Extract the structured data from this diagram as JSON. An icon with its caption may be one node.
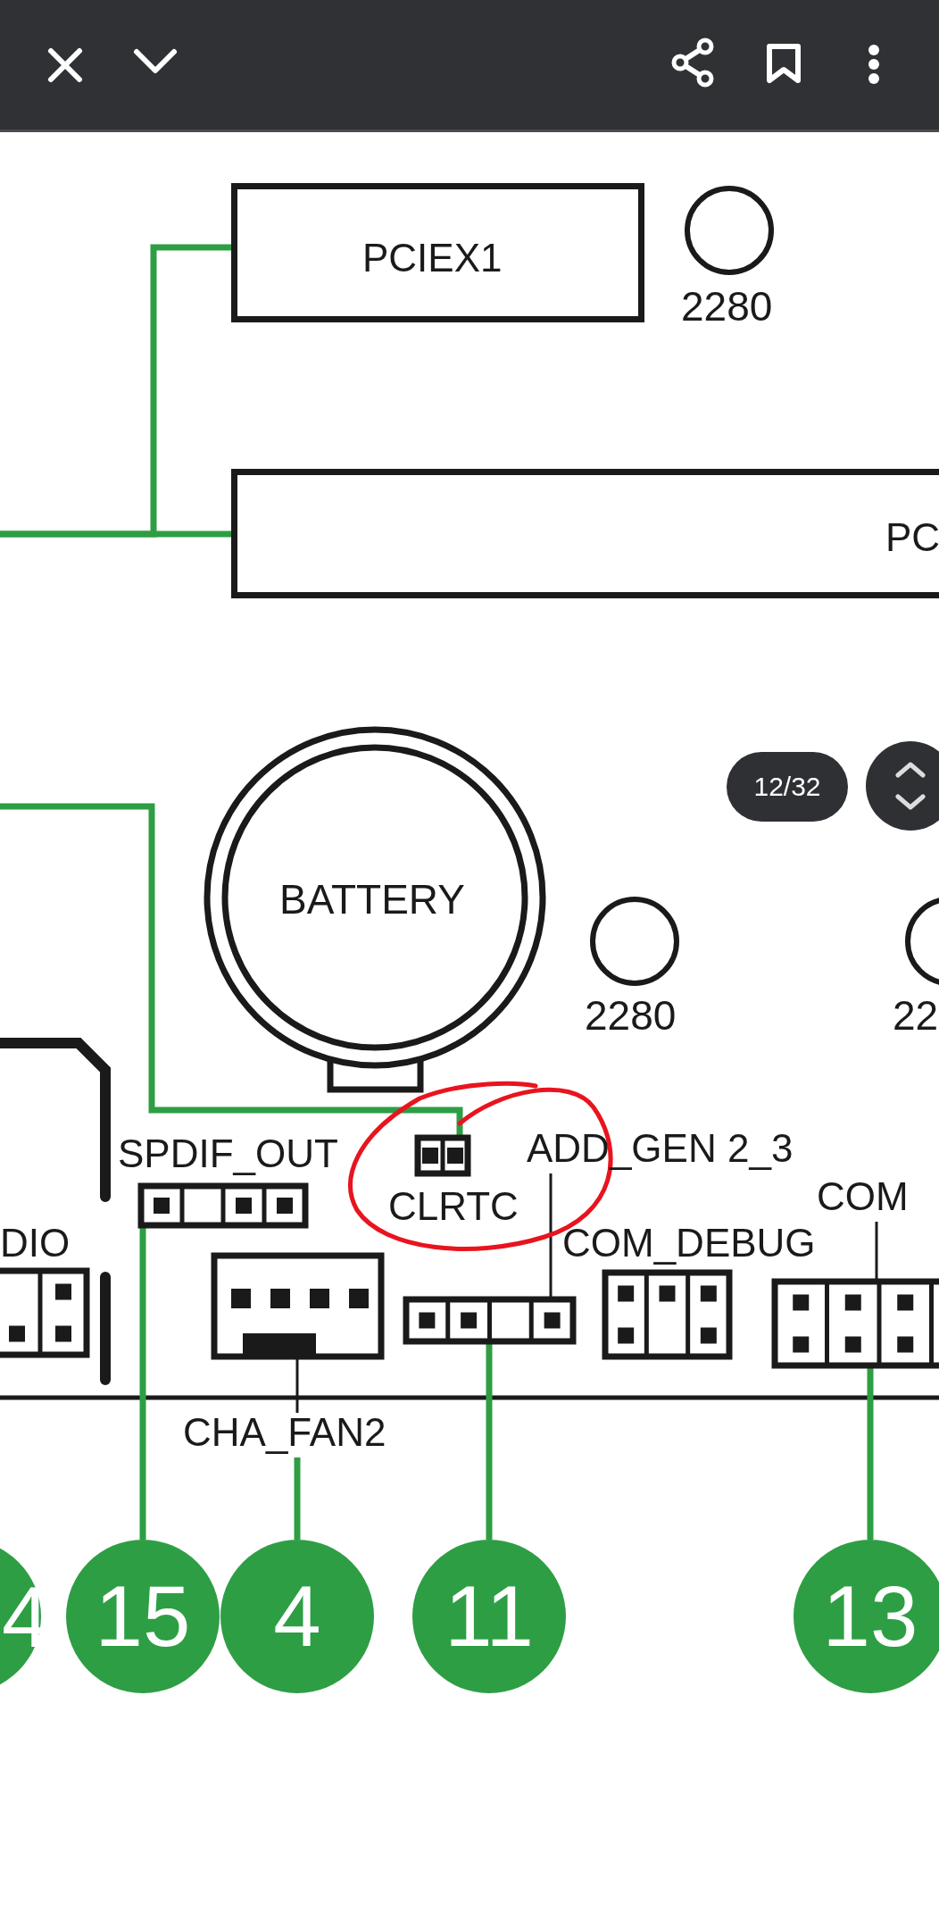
{
  "diagram": {
    "nodes": [
      {
        "text": [
          "PCIEX1"
        ]
      },
      {
        "text": [
          "PC"
        ]
      },
      {
        "text": [
          "BATTERY"
        ]
      },
      {
        "text": [
          "DIO"
        ]
      },
      {
        "text": [
          "SPDIF_OUT"
        ]
      },
      {
        "text": [
          "CLRTC"
        ]
      },
      {
        "text": [
          "ADD_GEN 2_3"
        ]
      },
      {
        "text": [],
        "shape": "box"
      },
      {
        "text": [],
        "shape": "box"
      },
      {
        "text": [
          "CHA_FAN2"
        ]
      },
      {
        "text": [
          "COM_DEBUG"
        ]
      },
      {
        "text": [
          "COM"
        ]
      },
      {
        "text": [],
        "shape": "box"
      },
      {
        "text": [
          "15"
        ]
      },
      {
        "text": [
          "4"
        ]
      },
      {
        "text": [
          "11"
        ]
      },
      {
        "text": [
          "13"
        ]
      },
      {
        "text": [],
        "shape": "circle",
        "beside": [
          "2280"
        ]
      },
      {
        "text": [],
        "shape": "circle",
        "beside": [
          "2280"
        ]
      },
      {
        "text": [],
        "shape": "circle",
        "beside": [
          "22"
        ]
      }
    ],
    "edges": [
      {
        "from": null,
        "to": 0,
        "arrow": "none"
      },
      {
        "from": null,
        "to": 1,
        "arrow": "none"
      },
      {
        "from": null,
        "to": 5,
        "arrow": "none"
      },
      {
        "from": 13,
        "to": 4,
        "arrow": "none"
      },
      {
        "from": 9,
        "to": 7,
        "arrow": "none",
        "color": "#1a1a1a"
      },
      {
        "from": 14,
        "to": 9,
        "arrow": "none"
      },
      {
        "from": 6,
        "to": 8,
        "arrow": "none",
        "color": "#1a1a1a"
      },
      {
        "from": 15,
        "to": 8,
        "arrow": "none"
      },
      {
        "from": 11,
        "to": 12,
        "arrow": "none",
        "color": "#1a1a1a"
      },
      {
        "from": 16,
        "to": 12,
        "arrow": "none"
      }
    ],
    "labels": [
      "4",
      "12/32"
    ]
  }
}
